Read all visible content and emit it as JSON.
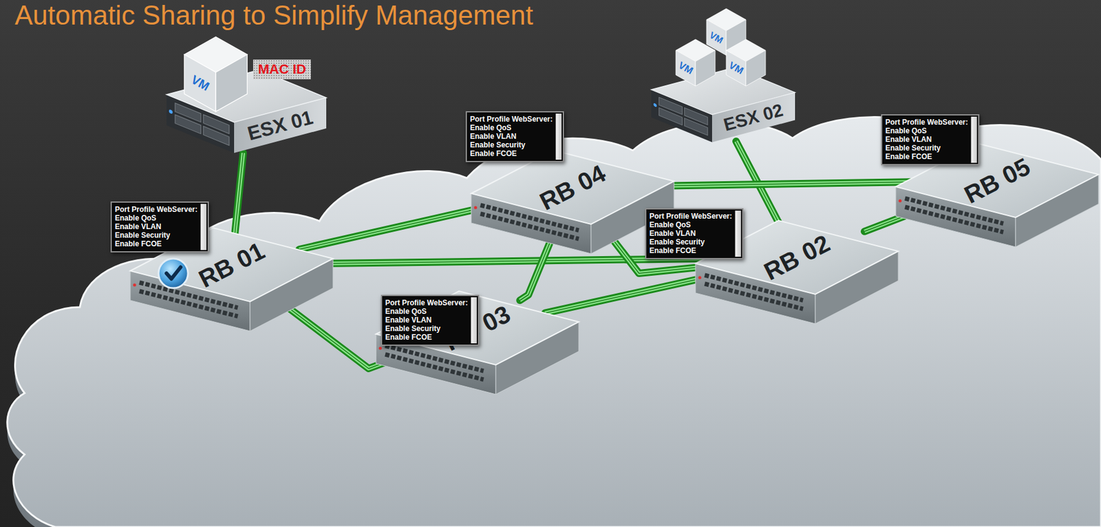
{
  "diagram": {
    "title": "Automatic Sharing to Simplify Management",
    "nodes": [
      {
        "text": [
          "ESX 01"
        ]
      },
      {
        "text": [
          "ESX 02"
        ]
      },
      {
        "text": [
          "RB 01"
        ]
      },
      {
        "text": [
          "RB 04"
        ]
      },
      {
        "text": [
          "RB 03"
        ]
      },
      {
        "text": [
          "RB 02"
        ]
      },
      {
        "text": [
          "RB 05"
        ]
      },
      {
        "text": [
          "Port Profile WebServer:",
          "Enable QoS Enable VLAN Enable Security Enable FCOE"
        ]
      },
      {
        "text": [
          "Port Profile WebServer:",
          "Enable QoS Enable VLAN Enable Security Enable FCOE"
        ]
      },
      {
        "text": [
          "Port Profile WebServer:",
          "Enable QoS Enable VLAN Enable Security Enable FCOE"
        ]
      },
      {
        "text": [
          "Port Profile WebServer:",
          "Enable QoS Enable VLAN Enable Security Enable FCOE"
        ]
      },
      {
        "text": [
          "Port Profile WebServer:",
          "Enable QoS Enable VLAN Enable Security Enable FCOE"
        ]
      }
    ],
    "edges": [
      {
        "from": 0,
        "to": 2,
        "arrow": "none"
      },
      {
        "from": 1,
        "to": 5,
        "arrow": "none"
      },
      {
        "from": 2,
        "to": 3,
        "arrow": "none"
      },
      {
        "from": 2,
        "to": 5,
        "arrow": "none"
      },
      {
        "from": 2,
        "to": 4,
        "arrow": "none"
      },
      {
        "from": 3,
        "to": 4,
        "arrow": "none"
      },
      {
        "from": 3,
        "to": 6,
        "arrow": "none"
      },
      {
        "from": 3,
        "to": 5,
        "arrow": "none"
      },
      {
        "from": 4,
        "to": 5,
        "arrow": "none"
      },
      {
        "from": 5,
        "to": 6,
        "arrow": "none"
      }
    ],
    "labels": [
      "MAC ID",
      "VM",
      "VM",
      "VM",
      "VM"
    ]
  }
}
